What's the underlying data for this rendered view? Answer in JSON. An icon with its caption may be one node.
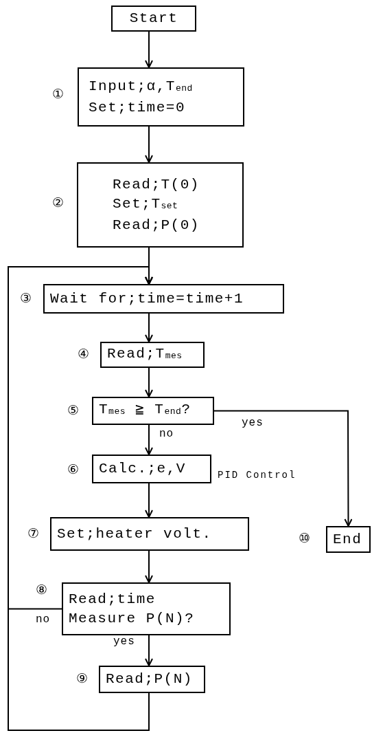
{
  "diagram": {
    "nodes": [
      {
        "text": [
          "Start"
        ]
      },
      {
        "text": [
          "Input;α,T$_{end}$",
          "Set;time=0"
        ],
        "beside": [
          "①"
        ]
      },
      {
        "text": [
          "Read;T(0)",
          "Set;T$_{set}$",
          "Read;P(0)"
        ],
        "beside": [
          "②"
        ]
      },
      {
        "text": [
          "Wait for;time=time+1"
        ],
        "beside": [
          "③"
        ]
      },
      {
        "text": [
          "Read;T$_{mes}$"
        ],
        "beside": [
          "④"
        ]
      },
      {
        "text": [
          "T$_{mes}$ ≧ T$_{end}$?"
        ],
        "beside": [
          "⑤"
        ]
      },
      {
        "text": [
          "Calc.;e,V"
        ],
        "beside": [
          "⑥",
          "PID Control"
        ]
      },
      {
        "text": [
          "Set;heater volt."
        ],
        "beside": [
          "⑦"
        ]
      },
      {
        "text": [
          "Read;time",
          "Measure P(N)?"
        ],
        "beside": [
          "⑧"
        ]
      },
      {
        "text": [
          "Read;P(N)"
        ],
        "beside": [
          "⑨"
        ]
      },
      {
        "text": [
          "End"
        ],
        "beside": [
          "⑩"
        ]
      }
    ],
    "edges": [
      {
        "from": 0,
        "to": 1,
        "arrow": "to"
      },
      {
        "from": 1,
        "to": 2,
        "arrow": "to"
      },
      {
        "from": 2,
        "to": 3,
        "arrow": "to"
      },
      {
        "from": 3,
        "to": 4,
        "arrow": "to"
      },
      {
        "from": 4,
        "to": 5,
        "arrow": "to"
      },
      {
        "from": 5,
        "to": 6,
        "arrow": "to",
        "label": "no"
      },
      {
        "from": 5,
        "to": 10,
        "arrow": "to",
        "label": "yes"
      },
      {
        "from": 6,
        "to": 7,
        "arrow": "to"
      },
      {
        "from": 7,
        "to": 8,
        "arrow": "to"
      },
      {
        "from": 8,
        "to": 9,
        "arrow": "to",
        "label": "yes"
      },
      {
        "from": 8,
        "to": 3,
        "arrow": "to",
        "label": "no"
      },
      {
        "from": 9,
        "to": 3,
        "arrow": "to"
      }
    ]
  }
}
